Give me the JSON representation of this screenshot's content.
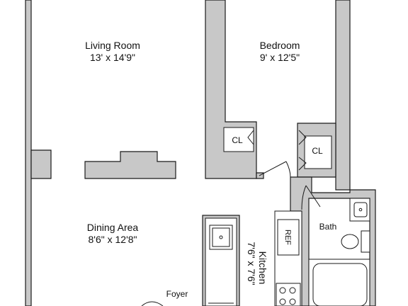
{
  "floorplan": {
    "rooms": {
      "living_room": {
        "name": "Living Room",
        "dims": "13' x 14'9\""
      },
      "bedroom": {
        "name": "Bedroom",
        "dims": "9' x 12'5\""
      },
      "dining_area": {
        "name": "Dining Area",
        "dims": "8'6\" x 12'8\""
      },
      "kitchen": {
        "name": "Kitchen",
        "dims": "7'6\" x 7'6\""
      },
      "bath": {
        "name": "Bath"
      },
      "foyer": {
        "name": "Foyer"
      }
    },
    "closets": {
      "closet_left": "CL",
      "closet_right": "CL"
    },
    "appliances": {
      "refrigerator": "REF"
    }
  }
}
